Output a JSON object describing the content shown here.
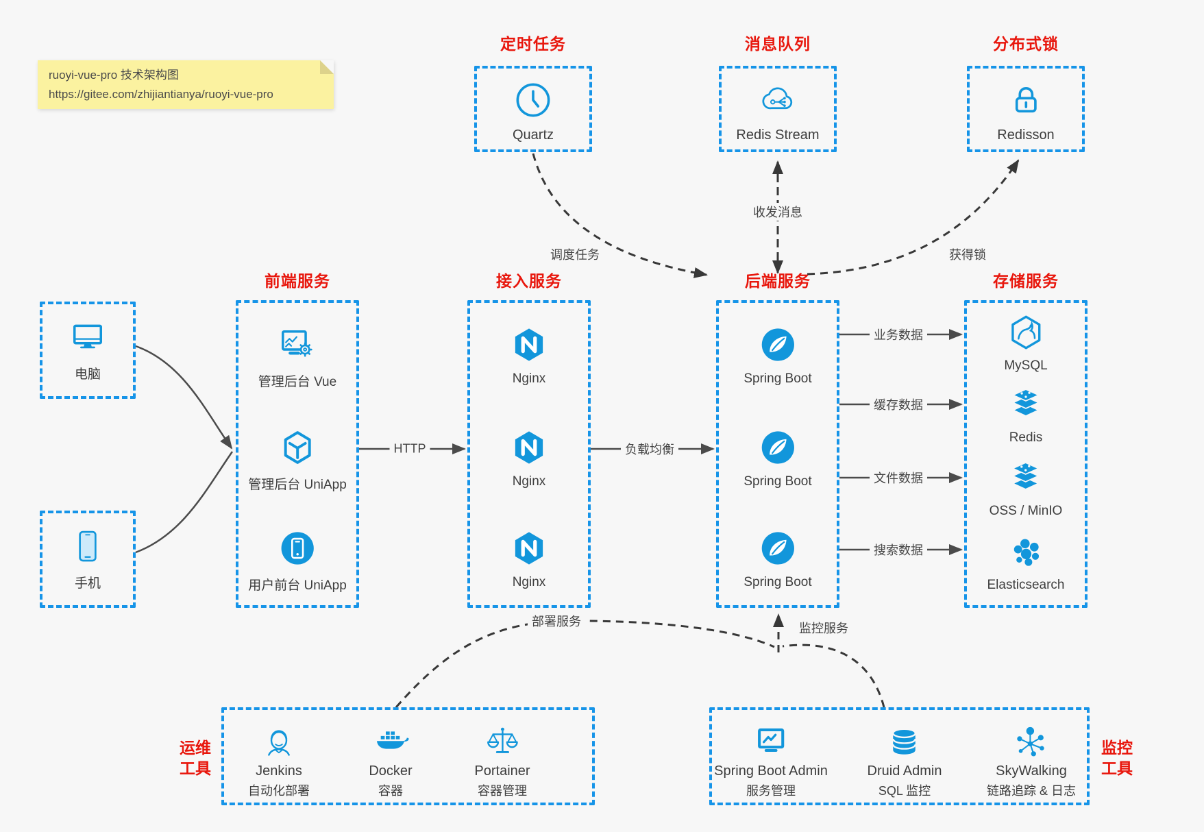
{
  "note": {
    "line1": "ruoyi-vue-pro 技术架构图",
    "line2": "https://gitee.com/zhijiantianya/ruoyi-vue-pro"
  },
  "colors": {
    "icon_blue": "#1296db",
    "border_blue": "#1694e8",
    "title_red": "#e8160c",
    "line_gray": "#4b4b4b",
    "background": "#f7f7f7"
  },
  "top_services": [
    {
      "title": "定时任务",
      "item": "Quartz"
    },
    {
      "title": "消息队列",
      "item": "Redis Stream"
    },
    {
      "title": "分布式锁",
      "item": "Redisson"
    }
  ],
  "clients": [
    {
      "label": "电脑"
    },
    {
      "label": "手机"
    }
  ],
  "frontend": {
    "title": "前端服务",
    "items": [
      {
        "label": "管理后台 Vue"
      },
      {
        "label": "管理后台 UniApp"
      },
      {
        "label": "用户前台 UniApp"
      }
    ]
  },
  "gateway": {
    "title": "接入服务",
    "items": [
      {
        "label": "Nginx"
      },
      {
        "label": "Nginx"
      },
      {
        "label": "Nginx"
      }
    ]
  },
  "backend": {
    "title": "后端服务",
    "items": [
      {
        "label": "Spring Boot"
      },
      {
        "label": "Spring Boot"
      },
      {
        "label": "Spring Boot"
      }
    ]
  },
  "storage": {
    "title": "存储服务",
    "items": [
      {
        "label": "MySQL"
      },
      {
        "label": "Redis"
      },
      {
        "label": "OSS / MinIO"
      },
      {
        "label": "Elasticsearch"
      }
    ]
  },
  "ops": {
    "title_line1": "运维",
    "title_line2": "工具",
    "items": [
      {
        "name": "Jenkins",
        "desc": "自动化部署"
      },
      {
        "name": "Docker",
        "desc": "容器"
      },
      {
        "name": "Portainer",
        "desc": "容器管理"
      }
    ]
  },
  "monitoring": {
    "title_line1": "监控",
    "title_line2": "工具",
    "items": [
      {
        "name": "Spring Boot Admin",
        "desc": "服务管理"
      },
      {
        "name": "Druid Admin",
        "desc": "SQL 监控"
      },
      {
        "name": "SkyWalking",
        "desc": "链路追踪 & 日志"
      }
    ]
  },
  "edge_labels": {
    "http": "HTTP",
    "load_balance": "负载均衡",
    "schedule": "调度任务",
    "message": "收发消息",
    "lock": "获得锁",
    "business_data": "业务数据",
    "cache_data": "缓存数据",
    "file_data": "文件数据",
    "search_data": "搜索数据",
    "deploy": "部署服务",
    "monitor": "监控服务"
  }
}
